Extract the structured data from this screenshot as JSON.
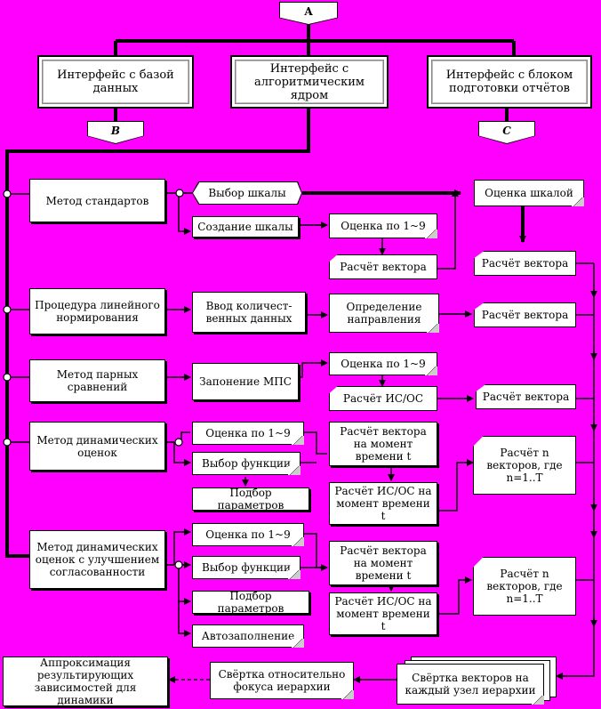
{
  "top": {
    "a": "A",
    "b": "B",
    "c": "C"
  },
  "interfaces": {
    "db": "Интерфейс с базой данных",
    "core": "Интерфейс с алгоритмическим ядром",
    "reports": "Интерфейс с блоком подготовки отчётов"
  },
  "methods": {
    "standards": "Метод стандартов",
    "linear": "Процедура линейного нормирования",
    "pairwise": "Метод парных сравнений",
    "dynamic": "Метод динамических оценок",
    "dynamic_improved": "Метод динамических оценок с улучшением согласованности"
  },
  "steps": {
    "scale_select": "Выбор шкалы",
    "scale_create": "Создание шкалы",
    "rating_1_9_a": "Оценка по 1~9",
    "vector_calc_a": "Расчёт вектора",
    "scale_rating": "Оценка шкалой",
    "vector_calc_b": "Расчёт вектора",
    "quant_input": "Ввод количест-венных данных",
    "direction": "Определение направления",
    "vector_calc_c": "Расчёт вектора",
    "mps_fill": "Запонение МПС",
    "rating_1_9_b": "Оценка по 1~9",
    "is_os_a": "Расчёт ИС/ОС",
    "vector_calc_d": "Расчёт вектора",
    "rating_1_9_c": "Оценка по 1~9",
    "func_select_a": "Выбор функции",
    "param_fit_a": "Подбор параметров",
    "vector_time_a": "Расчёт вектора на момент времени t",
    "is_os_time_a": "Расчёт ИС/ОС на момент времени t",
    "n_vectors_a": "Расчёт n векторов, где n=1..T",
    "rating_1_9_d": "Оценка по 1~9",
    "func_select_b": "Выбор функции",
    "param_fit_b": "Подбор параметров",
    "autofill": "Автозаполнение",
    "vector_time_b": "Расчёт вектора на момент времени t",
    "is_os_time_b": "Расчёт ИС/ОС на момент времени t",
    "n_vectors_b": "Расчёт n векторов, где n=1..T"
  },
  "bottom": {
    "fold_nodes": "Свёртка векторов на каждый узел иерархии",
    "fold_focus": "Свёртка относительно фокуса иерархии",
    "approx": "Аппроксимация результирующих зависимостей для динамики"
  }
}
